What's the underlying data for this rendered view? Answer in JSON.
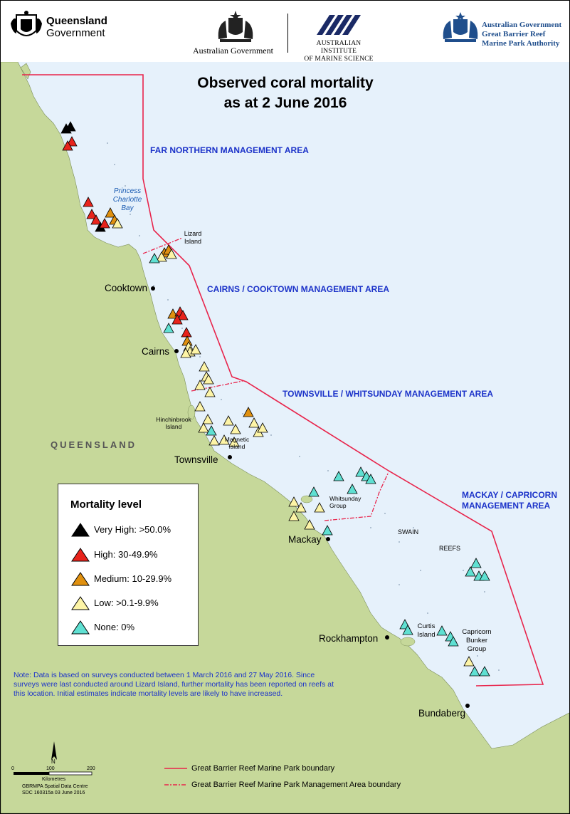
{
  "header": {
    "qld_line1": "Queensland",
    "qld_line2": "Government",
    "ag_center": "Australian Government",
    "aims_line1": "Australian Institute",
    "aims_line2": "of Marine Science",
    "ag_right_line1": "Australian Government",
    "ag_right_line2": "Great Barrier Reef",
    "ag_right_line3": "Marine Park Authority"
  },
  "title": {
    "line1": "Observed coral mortality",
    "line2": "as at 2 June 2016"
  },
  "management_areas": {
    "far_northern": "FAR NORTHERN MANAGEMENT AREA",
    "cairns": "CAIRNS / COOKTOWN MANAGEMENT AREA",
    "townsville": "TOWNSVILLE / WHITSUNDAY MANAGEMENT AREA",
    "mackay_1": "MACKAY / CAPRICORN",
    "mackay_2": "MANAGEMENT AREA"
  },
  "places": {
    "cooktown": "Cooktown",
    "cairns": "Cairns",
    "townsville": "Townsville",
    "mackay": "Mackay",
    "rockhampton": "Rockhampton",
    "bundaberg": "Bundaberg",
    "queensland": "QUEENSLAND"
  },
  "features": {
    "princess_1": "Princess",
    "princess_2": "Charlotte",
    "princess_3": "Bay",
    "lizard_1": "Lizard",
    "lizard_2": "Island",
    "hinchinbrook_1": "Hinchinbrook",
    "hinchinbrook_2": "Island",
    "magnetic_1": "Magnetic",
    "magnetic_2": "Island",
    "whitsunday_1": "Whitsunday",
    "whitsunday_2": "Group",
    "swain": "SWAIN",
    "reefs": "REEFS",
    "curtis_1": "Curtis",
    "curtis_2": "Island",
    "capricorn_1": "Capricorn",
    "capricorn_2": "Bunker",
    "capricorn_3": "Group"
  },
  "legend": {
    "title": "Mortality level",
    "items": [
      {
        "label": "Very High: >50.0%",
        "color": "#000000"
      },
      {
        "label": "High: 30-49.9%",
        "color": "#e8231b"
      },
      {
        "label": "Medium: 10-29.9%",
        "color": "#e0900f"
      },
      {
        "label": "Low: >0.1-9.9%",
        "color": "#fdf4a6"
      },
      {
        "label": "None: 0%",
        "color": "#5fe0d2"
      }
    ]
  },
  "note": "Note: Data is based on surveys conducted between 1 March 2016 and 27 May 2016. Since surveys were last conducted around Lizard Island, further mortality has been reported on reefs at this location. Initial estimates indicate mortality levels are likely to have increased.",
  "boundaries": {
    "park": "Great Barrier Reef Marine Park boundary",
    "management": "Great Barrier Reef Marine Park Management Area boundary"
  },
  "scale": {
    "north": "N",
    "t0": "0",
    "t100": "100",
    "t200": "200",
    "unit": "Kilometres",
    "credit1": "GBRMPA Spatial Data Centre",
    "credit2": "SDC 160315a  03 June 2016"
  },
  "colors": {
    "land": "#c6d89a",
    "sea": "#e6f1fb",
    "boundary": "#e8244b",
    "area_label": "#1c33c9"
  }
}
